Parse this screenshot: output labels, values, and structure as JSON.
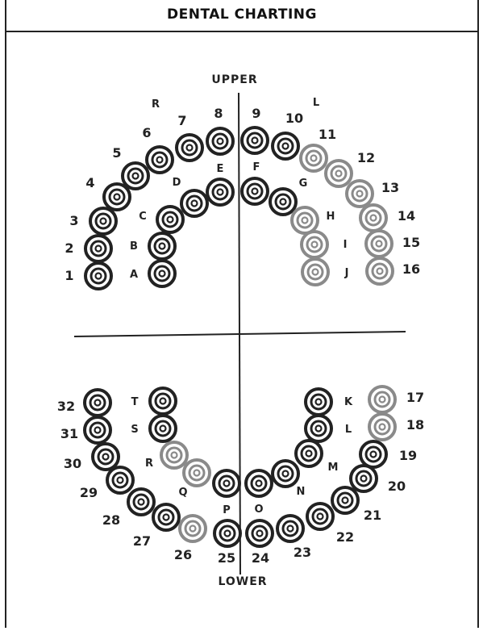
{
  "title": "DENTAL CHARTING",
  "arch_labels": {
    "upper": "UPPER",
    "lower": "LOWER"
  },
  "quadrant_marks": {
    "upper_left": "R",
    "upper_right": "L"
  },
  "colors": {
    "ink": "#222222",
    "highlight": "#8a8a8a"
  },
  "permanent_teeth": [
    {
      "id": "1",
      "highlight": false
    },
    {
      "id": "2",
      "highlight": false
    },
    {
      "id": "3",
      "highlight": false
    },
    {
      "id": "4",
      "highlight": false
    },
    {
      "id": "5",
      "highlight": false
    },
    {
      "id": "6",
      "highlight": false
    },
    {
      "id": "7",
      "highlight": false
    },
    {
      "id": "8",
      "highlight": false
    },
    {
      "id": "9",
      "highlight": false
    },
    {
      "id": "10",
      "highlight": false
    },
    {
      "id": "11",
      "highlight": true
    },
    {
      "id": "12",
      "highlight": true
    },
    {
      "id": "13",
      "highlight": true
    },
    {
      "id": "14",
      "highlight": true
    },
    {
      "id": "15",
      "highlight": true
    },
    {
      "id": "16",
      "highlight": true
    },
    {
      "id": "17",
      "highlight": true
    },
    {
      "id": "18",
      "highlight": true
    },
    {
      "id": "19",
      "highlight": false
    },
    {
      "id": "20",
      "highlight": false
    },
    {
      "id": "21",
      "highlight": false
    },
    {
      "id": "22",
      "highlight": false
    },
    {
      "id": "23",
      "highlight": false
    },
    {
      "id": "24",
      "highlight": false
    },
    {
      "id": "25",
      "highlight": false
    },
    {
      "id": "26",
      "highlight": true
    },
    {
      "id": "27",
      "highlight": false
    },
    {
      "id": "28",
      "highlight": false
    },
    {
      "id": "29",
      "highlight": false
    },
    {
      "id": "30",
      "highlight": false
    },
    {
      "id": "31",
      "highlight": false
    },
    {
      "id": "32",
      "highlight": false
    }
  ],
  "primary_teeth": [
    {
      "id": "A",
      "highlight": false
    },
    {
      "id": "B",
      "highlight": false
    },
    {
      "id": "C",
      "highlight": false
    },
    {
      "id": "D",
      "highlight": false
    },
    {
      "id": "E",
      "highlight": false
    },
    {
      "id": "F",
      "highlight": false
    },
    {
      "id": "G",
      "highlight": false
    },
    {
      "id": "H",
      "highlight": true
    },
    {
      "id": "I",
      "highlight": true
    },
    {
      "id": "J",
      "highlight": true
    },
    {
      "id": "K",
      "highlight": false
    },
    {
      "id": "L",
      "highlight": false
    },
    {
      "id": "M",
      "highlight": false
    },
    {
      "id": "N",
      "highlight": false
    },
    {
      "id": "O",
      "highlight": false
    },
    {
      "id": "P",
      "highlight": false
    },
    {
      "id": "Q",
      "highlight": true
    },
    {
      "id": "R",
      "highlight": true
    },
    {
      "id": "S",
      "highlight": false
    },
    {
      "id": "T",
      "highlight": false
    }
  ]
}
